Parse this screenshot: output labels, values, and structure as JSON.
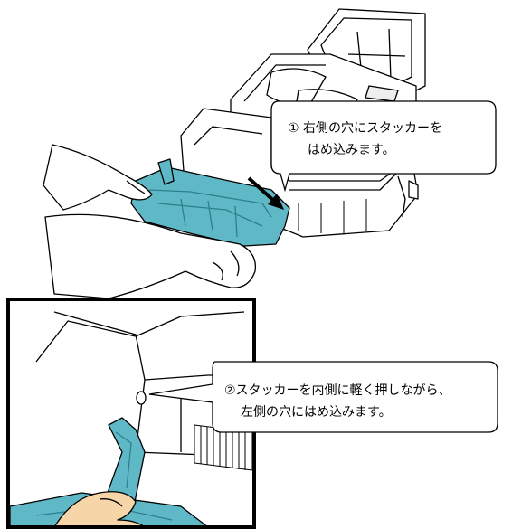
{
  "callouts": [
    {
      "line1": "① 右側の穴にスタッカーを",
      "line2": "はめ込みます。"
    },
    {
      "line1": "②スタッカーを内側に軽く押しながら、",
      "line2": "左側の穴にはめ込みます。"
    }
  ],
  "colors": {
    "stacker": "#5fb8c6",
    "stacker_dark": "#2e7f8c",
    "outline": "#000000",
    "skin": "#ffffff"
  },
  "icons": [
    "arrow-icon"
  ]
}
